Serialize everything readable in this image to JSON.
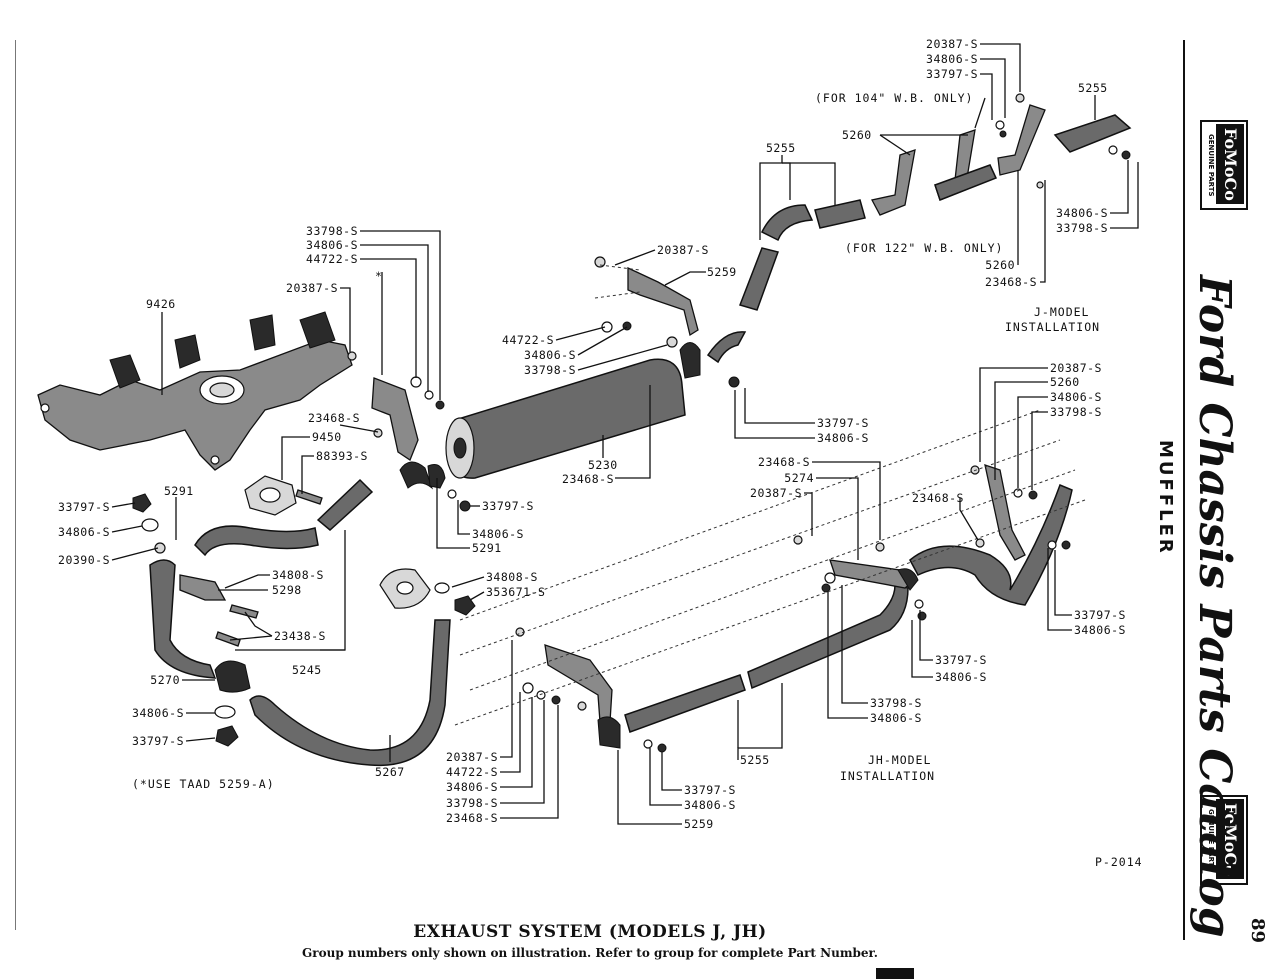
{
  "title": "EXHAUST SYSTEM (MODELS J, JH)",
  "subtitle": "Group numbers only shown on illustration. Refer to group for complete Part Number.",
  "side": {
    "catalog": "Ford Chassis Parts Catalog",
    "section": "MUFFLER",
    "page": "89",
    "badge_logo": "FoMoCo",
    "badge_text": "GENUINE PARTS"
  },
  "plate": "P-2014",
  "notes": {
    "wb104": "(FOR 104\" W.B. ONLY)",
    "wb122": "(FOR 122\" W.B. ONLY)",
    "j_model_1": "J-MODEL",
    "j_model_2": "INSTALLATION",
    "jh_model_1": "JH-MODEL",
    "jh_model_2": "INSTALLATION",
    "taad": "(*USE TAAD 5259-A)",
    "asterisk": "*"
  },
  "labels": {
    "t1": "20387-S",
    "t2": "34806-S",
    "t3": "33797-S",
    "t4": "5255",
    "t5": "5260",
    "t6": "5255",
    "t7": "34806-S",
    "t8": "33798-S",
    "t9": "5260",
    "t10": "23468-S",
    "m1": "20387-S",
    "m2": "5259",
    "m3": "44722-S",
    "m4": "34806-S",
    "m5": "33798-S",
    "m6": "33797-S",
    "m7": "34806-S",
    "m8": "5230",
    "m9": "23468-S",
    "l1": "33798-S",
    "l2": "34806-S",
    "l3": "44722-S",
    "l4": "20387-S",
    "l5": "9426",
    "l6": "23468-S",
    "l7": "9450",
    "l8": "88393-S",
    "l9": "33797-S",
    "l10": "5291",
    "l11": "34806-S",
    "l12": "20390-S",
    "l13": "34808-S",
    "l14": "5298",
    "l15": "33797-S",
    "l16": "34806-S",
    "l17": "5291",
    "l18": "34808-S",
    "l19": "353671-S",
    "l20": "23438-S",
    "l21": "5245",
    "l22": "5270",
    "l23": "34806-S",
    "l24": "33797-S",
    "l25": "5267",
    "r1": "20387-S",
    "r2": "5260",
    "r3": "34806-S",
    "r4": "33798-S",
    "r5": "23468-S",
    "r6": "5274",
    "r7": "20387-S",
    "r8": "23468-S",
    "r9": "33797-S",
    "r10": "34806-S",
    "r11": "33797-S",
    "r12": "34806-S",
    "r13": "33798-S",
    "r14": "34806-S",
    "r15": "5255",
    "b1": "20387-S",
    "b2": "44722-S",
    "b3": "34806-S",
    "b4": "33798-S",
    "b5": "23468-S",
    "b6": "33797-S",
    "b7": "34806-S",
    "b8": "5259"
  }
}
